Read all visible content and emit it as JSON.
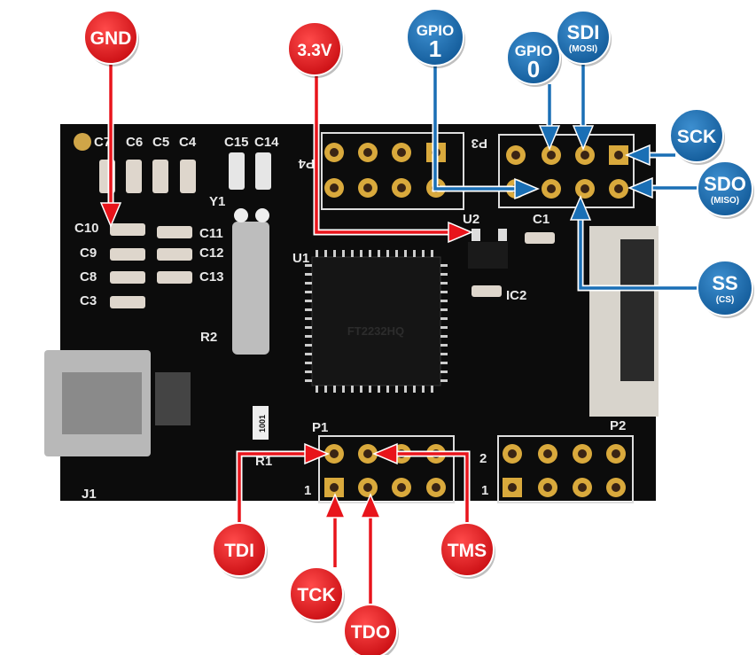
{
  "colors": {
    "red_callout": "#e8141b",
    "blue_callout": "#1a6fb5",
    "board": "#0c0c0c",
    "pad": "#d9a93c"
  },
  "silkscreen": {
    "caps_top": [
      "C7",
      "C6",
      "C5",
      "C4"
    ],
    "caps_top2": [
      "C15",
      "C14"
    ],
    "caps_left": [
      "C10",
      "C9",
      "C8",
      "C3"
    ],
    "caps_mid": [
      "C11",
      "C12",
      "C13"
    ],
    "y1": "Y1",
    "u1": "U1",
    "u2": "U2",
    "c1": "C1",
    "ic2": "IC2",
    "r1": "R1",
    "r2": "R2",
    "j1": "J1",
    "p1": "P1",
    "p2": "P2",
    "p3": "P3",
    "p4": "P4",
    "pin1": "1",
    "pin2": "2",
    "resistor_value": "1001",
    "chip_marking": "FT2232HQ"
  },
  "callouts": [
    {
      "id": "gnd",
      "color": "red",
      "label": "GND",
      "sub": ""
    },
    {
      "id": "v33",
      "color": "red",
      "label": "3.3V",
      "sub": ""
    },
    {
      "id": "gpio1",
      "color": "blue",
      "label": "GPIO",
      "sub": "1"
    },
    {
      "id": "gpio0",
      "color": "blue",
      "label": "GPIO",
      "sub": "0"
    },
    {
      "id": "sdi",
      "color": "blue",
      "label": "SDI",
      "sub": "(MOSI)"
    },
    {
      "id": "sck",
      "color": "blue",
      "label": "SCK",
      "sub": ""
    },
    {
      "id": "sdo",
      "color": "blue",
      "label": "SDO",
      "sub": "(MISO)"
    },
    {
      "id": "ss",
      "color": "blue",
      "label": "SS",
      "sub": "(CS)"
    },
    {
      "id": "tdi",
      "color": "red",
      "label": "TDI",
      "sub": ""
    },
    {
      "id": "tck",
      "color": "red",
      "label": "TCK",
      "sub": ""
    },
    {
      "id": "tdo",
      "color": "red",
      "label": "TDO",
      "sub": ""
    },
    {
      "id": "tms",
      "color": "red",
      "label": "TMS",
      "sub": ""
    }
  ]
}
